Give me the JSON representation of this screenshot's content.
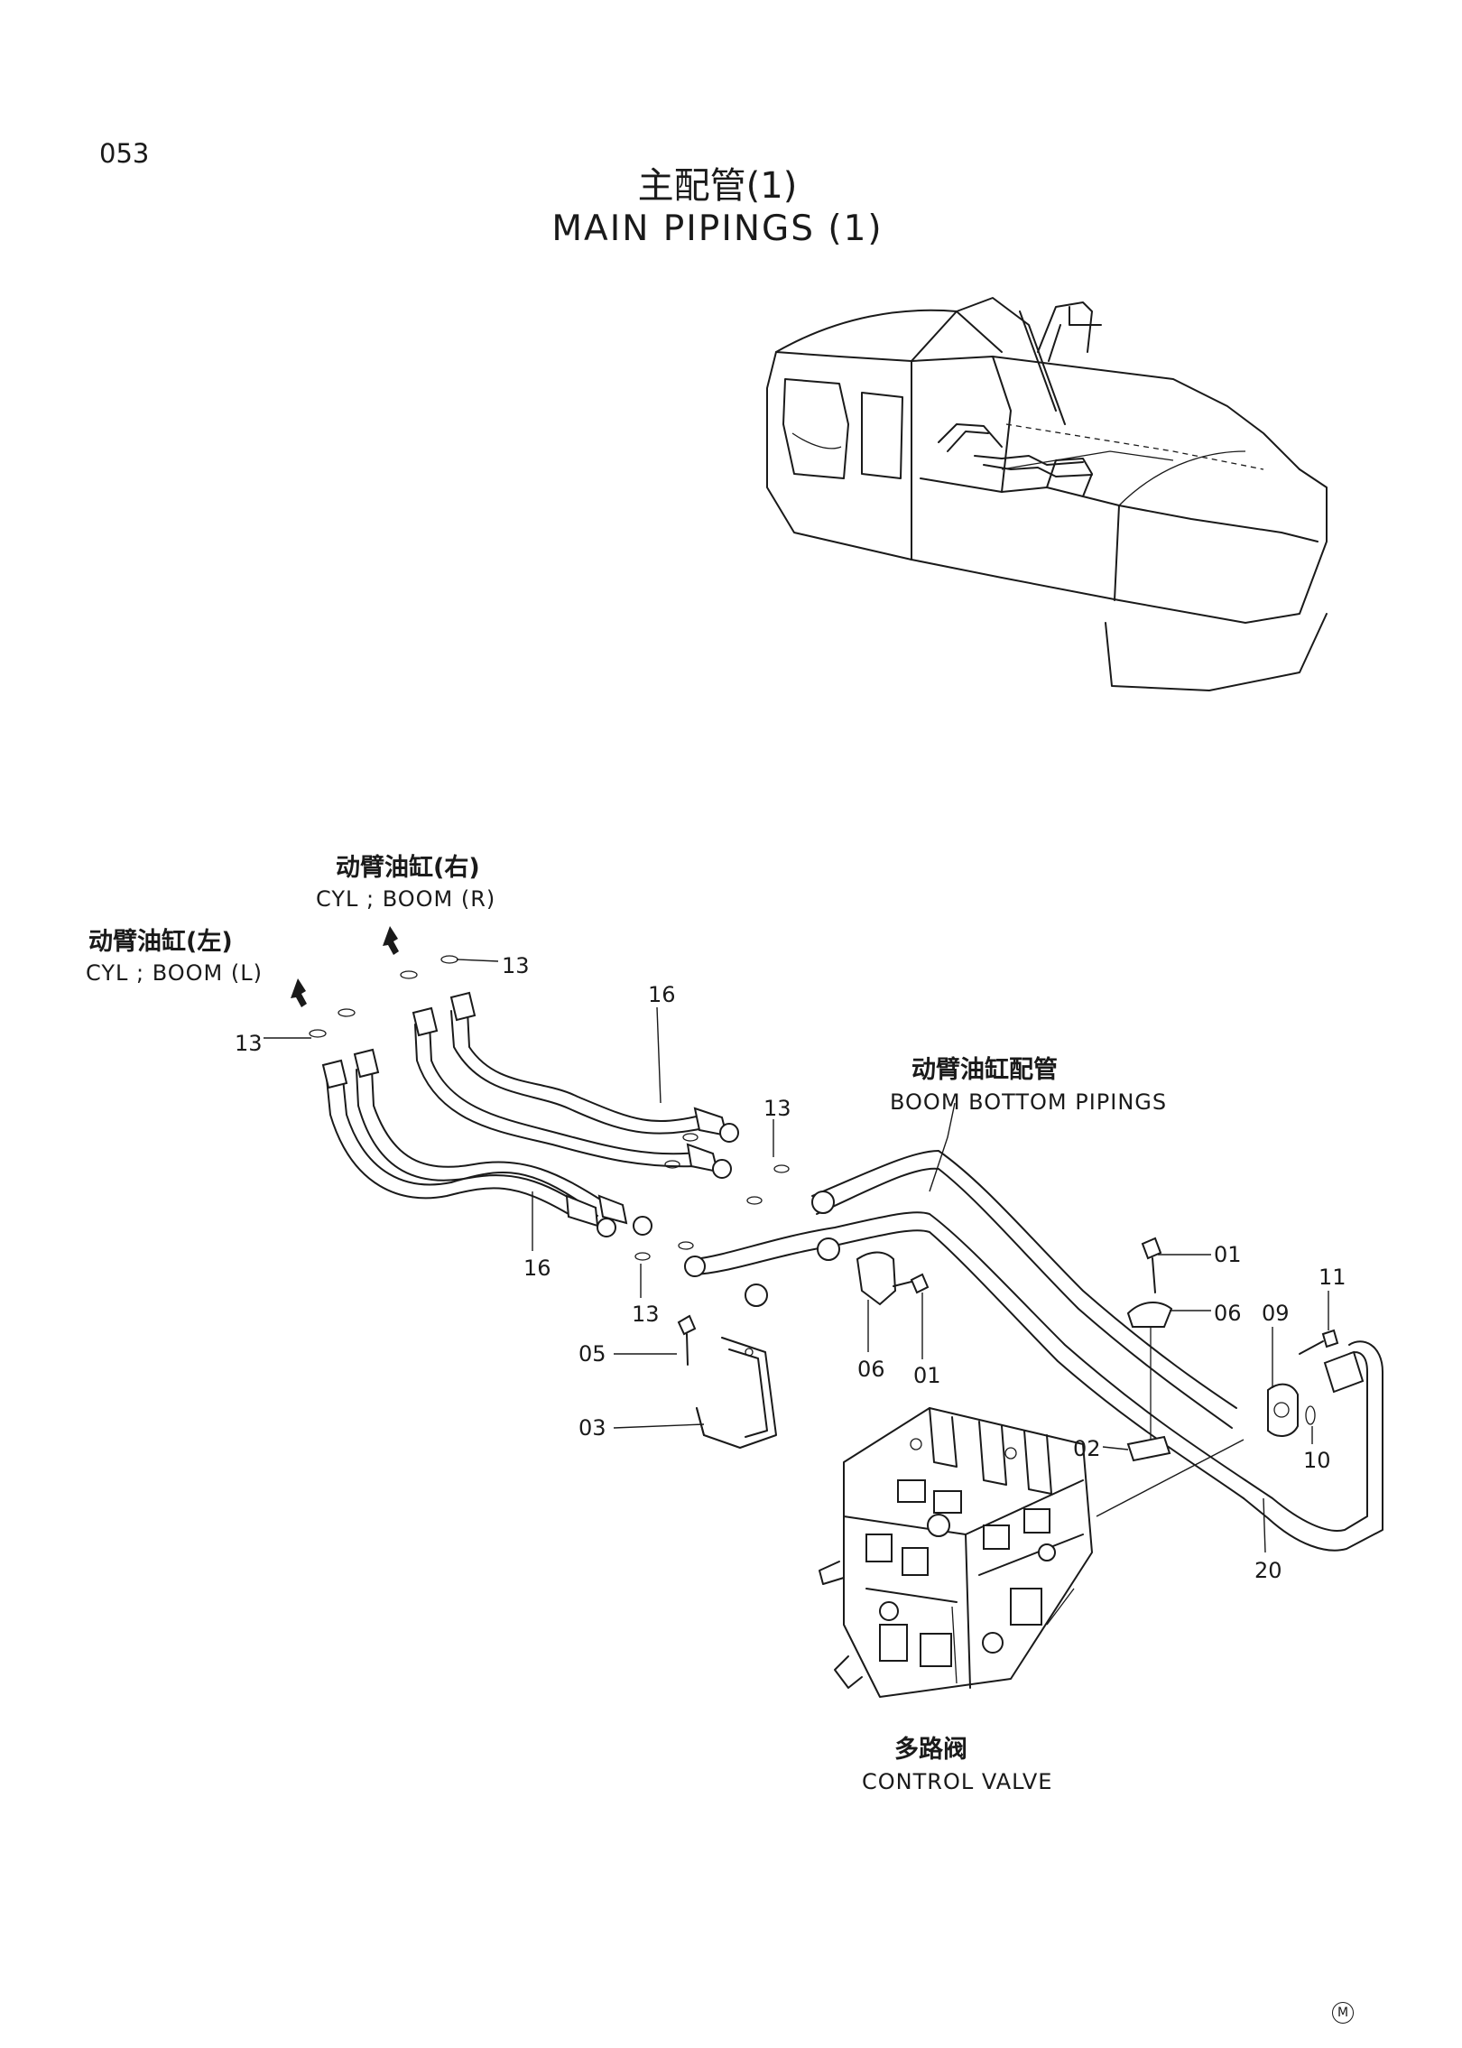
{
  "header": {
    "page_number": "053",
    "title_zh": "主配管(1)",
    "title_en": "MAIN  PIPINGS  (1)"
  },
  "labels": {
    "boom_cyl_right_zh": "动臂油缸(右)",
    "boom_cyl_right_en": "CYL ; BOOM (R)",
    "boom_cyl_left_zh": "动臂油缸(左)",
    "boom_cyl_left_en": "CYL ; BOOM (L)",
    "boom_bottom_zh": "动臂油缸配管",
    "boom_bottom_en": "BOOM  BOTTOM  PIPINGS",
    "control_valve_zh": "多路阀",
    "control_valve_en": "CONTROL  VALVE"
  },
  "callouts": {
    "c13_top_right": "13",
    "c13_left": "13",
    "c16_top": "16",
    "c16_bottom": "16",
    "c13_mid": "13",
    "c13_lower": "13",
    "c01_upper": "01",
    "c06_upper": "06",
    "c09": "09",
    "c11": "11",
    "c05": "05",
    "c06_lower": "06",
    "c01_lower": "01",
    "c03": "03",
    "c02": "02",
    "c10": "10",
    "c20": "20"
  },
  "footer": {
    "mark": "M"
  },
  "arrows": {
    "boom_cyl_right": "up-left-arrow",
    "boom_cyl_left": "up-left-arrow"
  }
}
